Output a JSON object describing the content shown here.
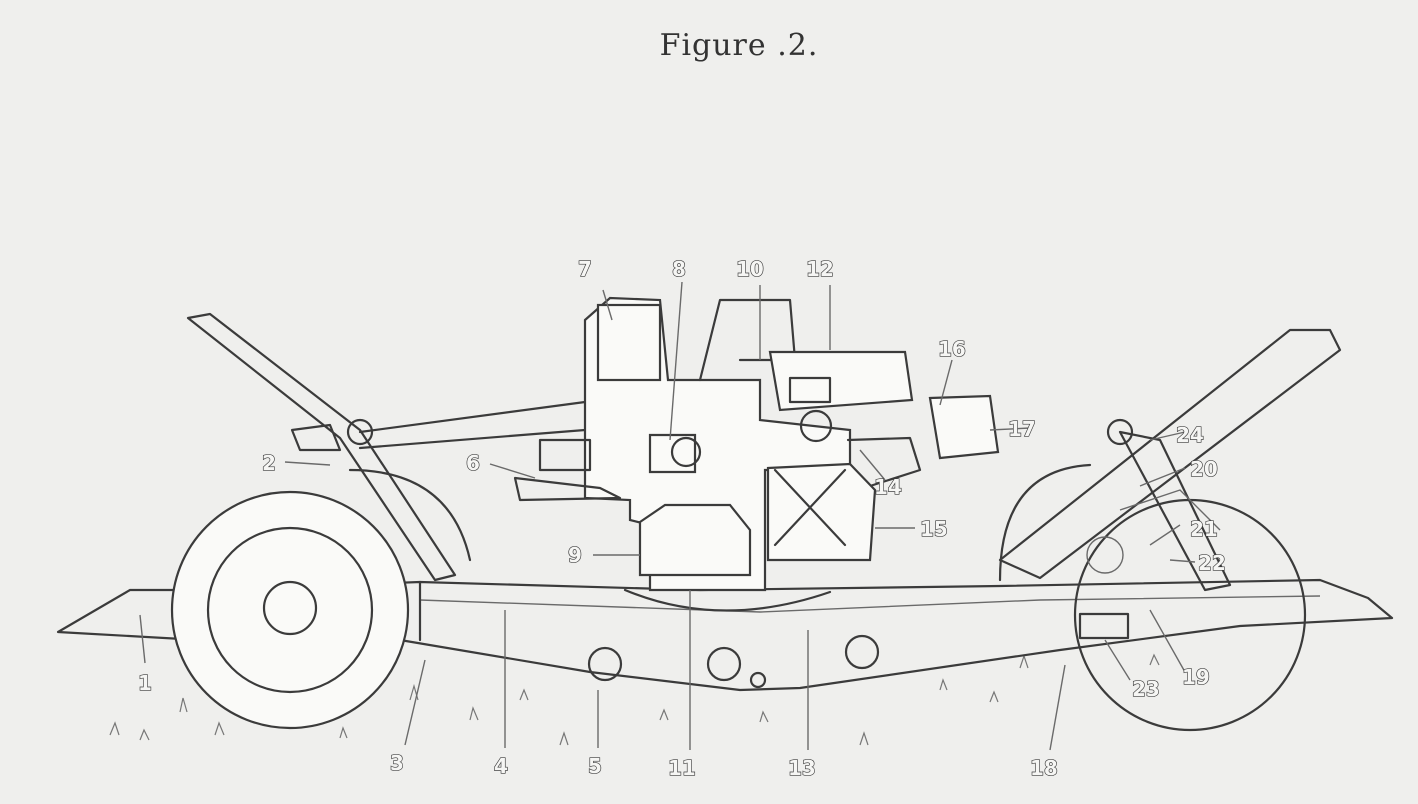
{
  "title": "Figure .2.",
  "labels": [
    "1",
    "2",
    "3",
    "4",
    "5",
    "6",
    "7",
    "8",
    "9",
    "10",
    "11",
    "12",
    "13",
    "14",
    "15",
    "16",
    "17",
    "18",
    "19",
    "20",
    "21",
    "22",
    "23",
    "24"
  ],
  "label_color": "#3a3a3a",
  "background": "#efefed"
}
